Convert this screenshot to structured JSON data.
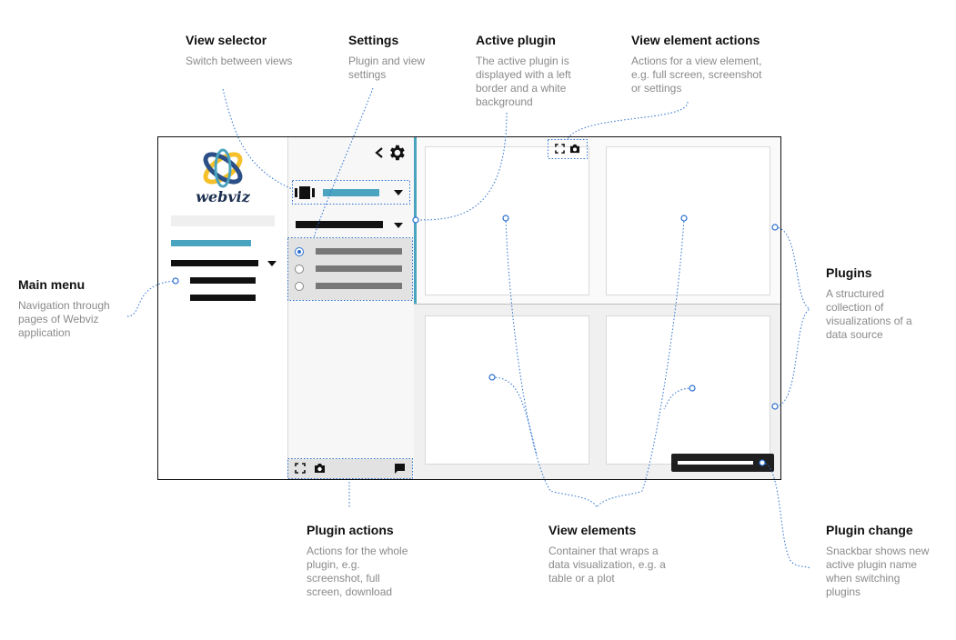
{
  "annotations": {
    "view_selector": {
      "title": "View selector",
      "desc": "Switch between views"
    },
    "settings": {
      "title": "Settings",
      "desc": "Plugin and view settings"
    },
    "active_plugin": {
      "title": "Active plugin",
      "desc": "The active plugin is displayed with a left border and a white background"
    },
    "view_element_actions": {
      "title": "View element actions",
      "desc": "Actions for a view element, e.g. full screen, screenshot or settings"
    },
    "main_menu": {
      "title": "Main menu",
      "desc": "Navigation through pages of Webviz application"
    },
    "plugins": {
      "title": "Plugins",
      "desc": "A structured collection of visualizations of a data source"
    },
    "plugin_actions": {
      "title": "Plugin actions",
      "desc": "Actions for the whole plugin, e.g. screenshot, full screen, download"
    },
    "view_elements": {
      "title": "View elements",
      "desc": "Container that wraps a data visualization, e.g. a table or a plot"
    },
    "plugin_change": {
      "title": "Plugin change",
      "desc": "Snackbar shows new active plugin name when switching plugins"
    }
  },
  "logo": {
    "text": "webviz"
  },
  "icons": {
    "chevron": "chevron-left-icon",
    "gear": "gear-icon",
    "view_selector": "view-selector-icon",
    "fullscreen": "fullscreen-icon",
    "camera": "camera-icon",
    "comment": "comment-icon"
  },
  "colors": {
    "accent": "#4aa3bf",
    "annotation_line": "#2a6fcf",
    "logo_yellow": "#f5c02a",
    "logo_blue": "#2b4f86",
    "snackbar": "#1f1f1f"
  }
}
